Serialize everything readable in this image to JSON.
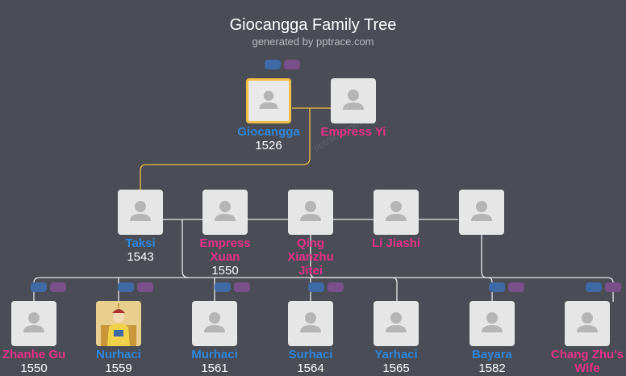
{
  "header": {
    "title": "Giocangga Family Tree",
    "subtitle": "generated by pptrace.com",
    "watermark": "pptrace.com"
  },
  "colors": {
    "background": "#4a4d55",
    "male_name": "#2e86de",
    "female_name": "#e8308a",
    "highlight": "#f2c04a",
    "line": "#e8e8e8"
  },
  "people": {
    "giocangga": {
      "name": "Giocangga",
      "year": "1526",
      "gender": "male"
    },
    "empress_yi": {
      "name": "Empress Yi",
      "year": "",
      "gender": "female"
    },
    "taksi": {
      "name": "Taksi",
      "year": "1543",
      "gender": "male"
    },
    "empress_xuan": {
      "name": "Empress Xuan",
      "year": "1550",
      "gender": "female"
    },
    "qing_xianzhu_jitei": {
      "name": "Qing Xianzhu Jitei",
      "year": "",
      "gender": "female"
    },
    "li_jiashi": {
      "name": "Li Jiashi",
      "year": "",
      "gender": "female"
    },
    "unnamed_spouse": {
      "name": "",
      "year": "",
      "gender": "unknown"
    },
    "zhanhe_gu": {
      "name": "Zhanhe Gu",
      "year": "1550",
      "gender": "female"
    },
    "nurhaci": {
      "name": "Nurhaci",
      "year": "1559",
      "gender": "male"
    },
    "murhaci": {
      "name": "Murhaci",
      "year": "1561",
      "gender": "male"
    },
    "surhaci": {
      "name": "Surhaci",
      "year": "1564",
      "gender": "male"
    },
    "yarhaci": {
      "name": "Yarhaci",
      "year": "1565",
      "gender": "male"
    },
    "bayara": {
      "name": "Bayara",
      "year": "1582",
      "gender": "male"
    },
    "chang_zhus_wife": {
      "name": "Chang Zhu's Wife",
      "year": "",
      "gender": "female"
    }
  }
}
